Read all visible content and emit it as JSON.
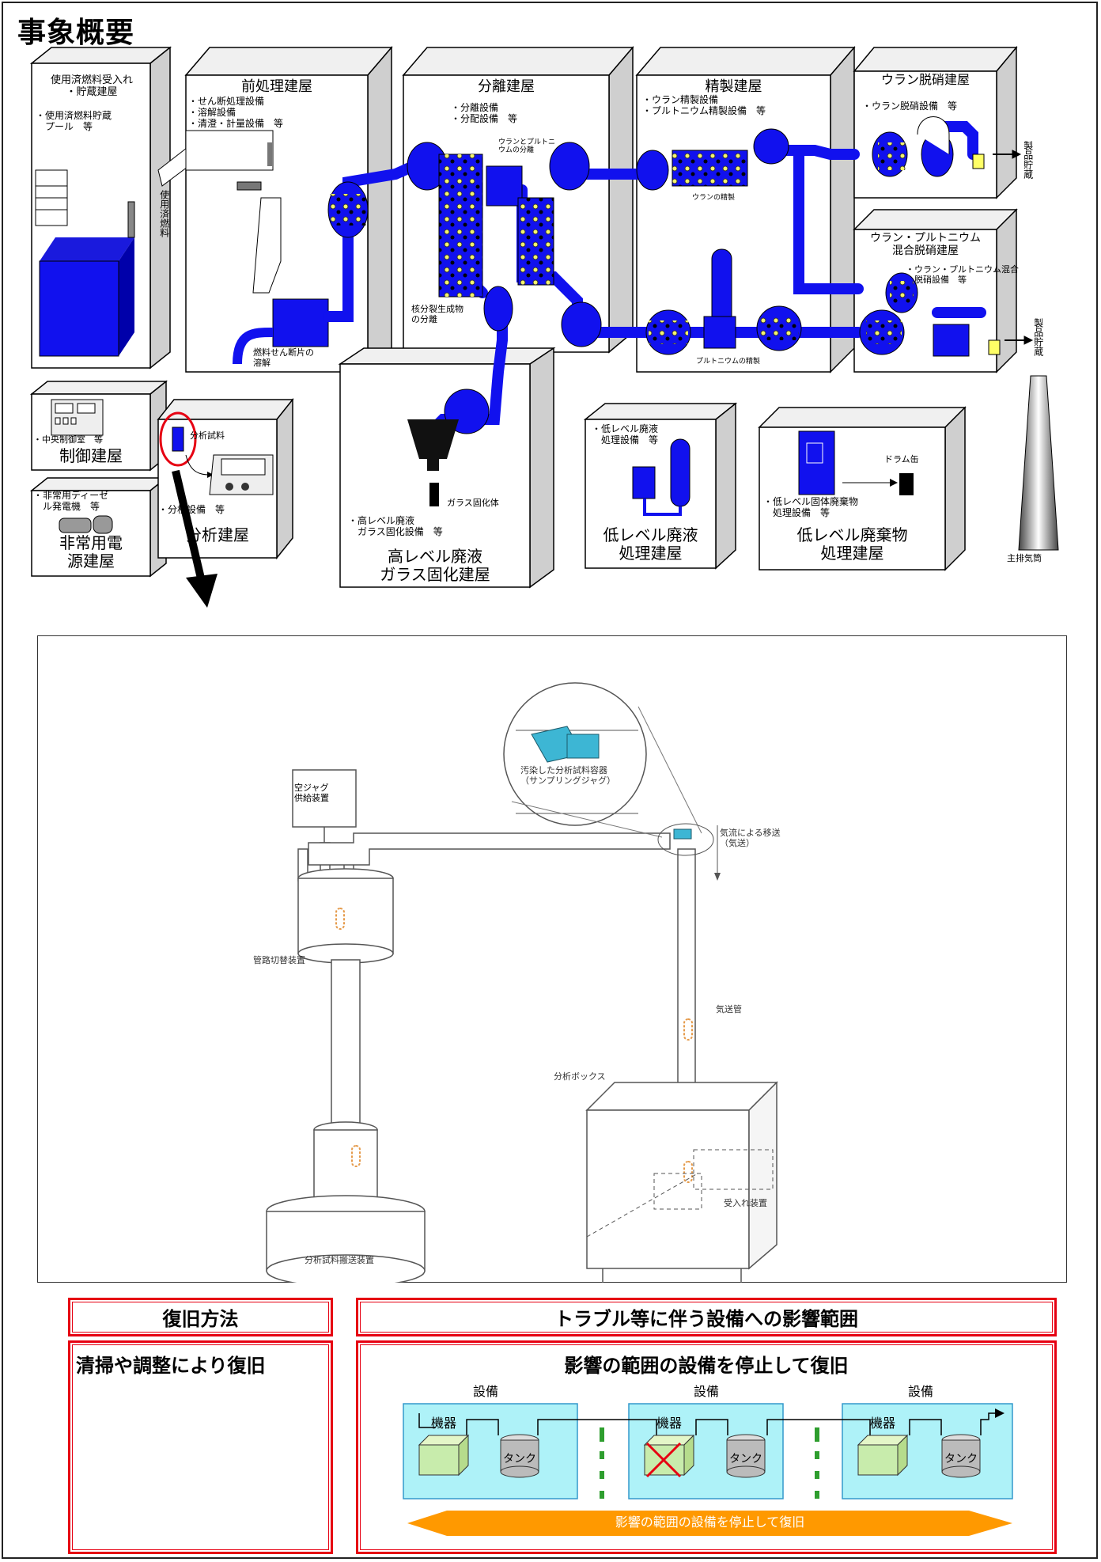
{
  "title": "事象概要",
  "buildings": {
    "storage": {
      "name": "使用済燃料受入れ\n・貯蔵建屋",
      "equip": "・使用済燃料貯蔵\n　プール　等"
    },
    "spent_fuel_label": "使用済燃料",
    "pre": {
      "name": "前処理建屋",
      "equip": "・せん断処理設備\n・溶解設備\n・清澄・計量設備　等",
      "note": "燃料せん断片の\n溶解"
    },
    "sep": {
      "name": "分離建屋",
      "equip": "・分離設備\n・分配設備　等",
      "note1": "ウランとプルトニ\nウムの分離",
      "note2": "核分裂生成物\nの分離"
    },
    "pur": {
      "name": "精製建屋",
      "equip": "・ウラン精製設備\n・プルトニウム精製設備　等",
      "note1": "ウランの精製",
      "note2": "プルトニウムの精製"
    },
    "uden": {
      "name": "ウラン脱硝建屋",
      "equip": "・ウラン脱硝設備　等"
    },
    "mox": {
      "name": "ウラン・プルトニウム\n混合脱硝建屋",
      "equip": "・ウラン・プルトニウム混合\n　脱硝設備　等"
    },
    "product": "製品貯蔵",
    "control": {
      "name": "制御建屋",
      "equip": "・中央制御室　等"
    },
    "emerg": {
      "name": "非常用電\n源建屋",
      "equip": "・非常用ディーゼ\n　ル発電機　等"
    },
    "anal": {
      "name": "分析建屋",
      "equip": "・分析設備　等",
      "sample": "分析試料"
    },
    "hlw": {
      "name": "高レベル廃液\nガラス固化建屋",
      "equip": "・高レベル廃液\n　ガラス固化設備　等",
      "vit": "ガラス固化体"
    },
    "llw": {
      "name": "低レベル廃液\n処理建屋",
      "equip": "・低レベル廃液\n　処理設備　等"
    },
    "lls": {
      "name": "低レベル廃棄物\n処理建屋",
      "equip": "・低レベル固体廃棄物\n　処理設備　等",
      "drum": "ドラム缶"
    },
    "stack": "主排気筒"
  },
  "detail": {
    "feeder": "空ジャグ\n供給装置",
    "jag": "汚染した分析試料容器\n（サンプリングジャグ）",
    "pneumatic": "気流による移送\n（気送）",
    "pipe": "気送管",
    "box": "分析ボックス",
    "receiver": "受入れ装置",
    "tube_sorter": "管路切替装置",
    "dispatch": "分析試料搬送装置"
  },
  "recovery": {
    "header": "復旧方法",
    "body": "清掃や調整により復旧"
  },
  "impact": {
    "header": "トラブル等に伴う設備への影響範囲",
    "body": "影響の範囲の設備を停止して復旧",
    "units": [
      {
        "label": "設備",
        "machine": "機器",
        "tank": "タンク"
      },
      {
        "label": "設備",
        "machine": "機器",
        "tank": "タンク"
      },
      {
        "label": "設備",
        "machine": "機器",
        "tank": "タンク"
      }
    ],
    "arrow_text": "影響の範囲の設備を停止して復旧"
  },
  "colors": {
    "blue": "#0000ff",
    "red": "#e60012",
    "cyan": "#aef2f8",
    "orange": "#ff9900",
    "green": "#2e9e2e"
  }
}
